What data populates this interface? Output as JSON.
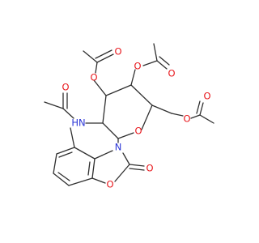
{
  "atoms": {
    "o_ring": "O",
    "o_ester3": "O",
    "o_carbonyl3": "O",
    "o_ester4": "O",
    "o_carbonyl4": "O",
    "o_ester6": "O",
    "o_carbonyl6": "O",
    "nh_amide": "HN",
    "o_amide": "O",
    "n_benzox": "N",
    "o_lactone_carbonyl": "O",
    "o_benzox": "O"
  },
  "colors": {
    "bond": "#2f2f2f",
    "oxygen": "#e8161b",
    "nitrogen": "#2a34d6",
    "background": "#ffffff"
  }
}
